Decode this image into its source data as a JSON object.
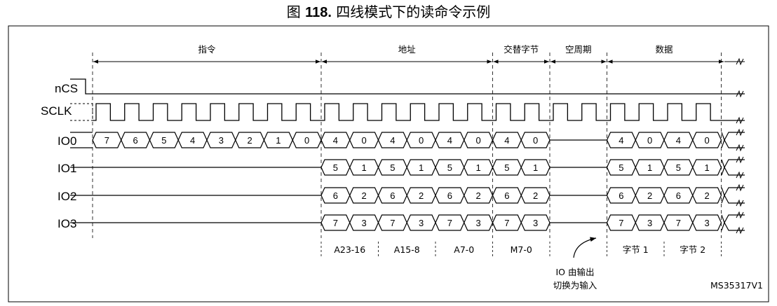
{
  "figure": {
    "title_prefix": "图",
    "title_number": "118.",
    "title_text": "四线模式下的读命令示例",
    "code": "MS35317V1"
  },
  "phases": [
    {
      "id": "instruction",
      "label": "指令"
    },
    {
      "id": "address",
      "label": "地址"
    },
    {
      "id": "alternate",
      "label": "交替字节"
    },
    {
      "id": "dummy",
      "label": "空周期"
    },
    {
      "id": "data",
      "label": "数据"
    }
  ],
  "signals": [
    {
      "id": "ncs",
      "label": "nCS"
    },
    {
      "id": "sclk",
      "label": "SCLK"
    },
    {
      "id": "io0",
      "label": "IO0"
    },
    {
      "id": "io1",
      "label": "IO1"
    },
    {
      "id": "io2",
      "label": "IO2"
    },
    {
      "id": "io3",
      "label": "IO3"
    }
  ],
  "io0": {
    "instruction": [
      "7",
      "6",
      "5",
      "4",
      "3",
      "2",
      "1",
      "0"
    ],
    "address": [
      "4",
      "0",
      "4",
      "0",
      "4",
      "0"
    ],
    "alternate": [
      "4",
      "0"
    ],
    "data": [
      "4",
      "0",
      "4",
      "0"
    ]
  },
  "io1": {
    "address": [
      "5",
      "1",
      "5",
      "1",
      "5",
      "1"
    ],
    "alternate": [
      "5",
      "1"
    ],
    "data": [
      "5",
      "1",
      "5",
      "1"
    ]
  },
  "io2": {
    "address": [
      "6",
      "2",
      "6",
      "2",
      "6",
      "2"
    ],
    "alternate": [
      "6",
      "2"
    ],
    "data": [
      "6",
      "2",
      "6",
      "2"
    ]
  },
  "io3": {
    "address": [
      "7",
      "3",
      "7",
      "3",
      "7",
      "3"
    ],
    "alternate": [
      "7",
      "3"
    ],
    "data": [
      "7",
      "3",
      "7",
      "3"
    ]
  },
  "byte_labels": {
    "address": [
      "A23-16",
      "A15-8",
      "A7-0"
    ],
    "alternate": [
      "M7-0"
    ],
    "data": [
      "字节 1",
      "字节 2"
    ]
  },
  "annotation": {
    "line1": "IO 由输出",
    "line2": "切换为输入"
  }
}
